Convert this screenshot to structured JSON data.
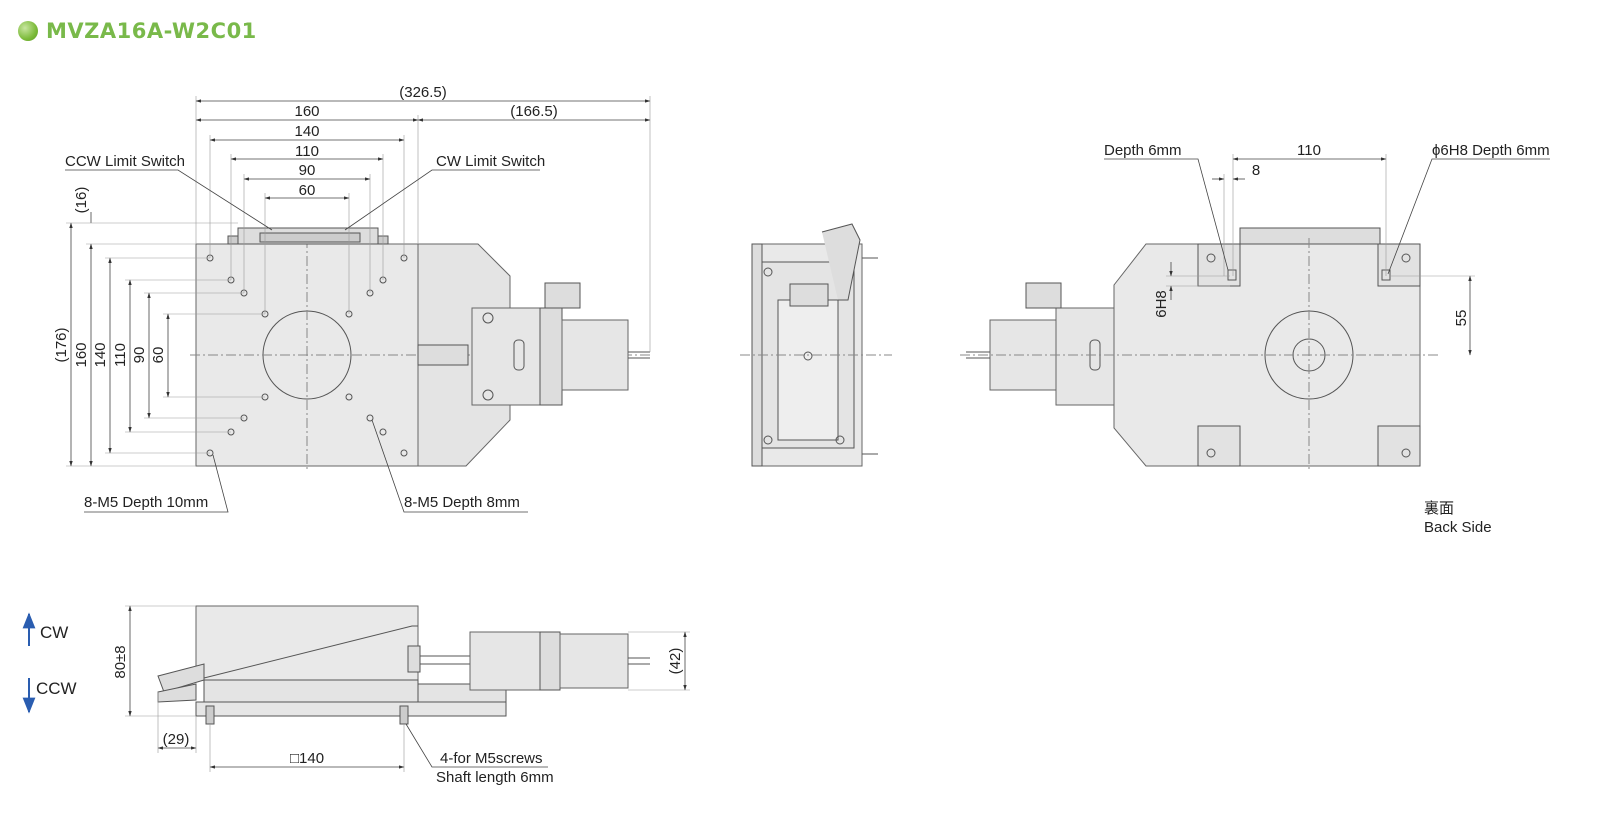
{
  "title": "MVZA16A-W2C01",
  "colors": {
    "accent": "#79b94a",
    "body": "#e9e9e9",
    "line": "#555555",
    "arrow": "#2a5db0"
  },
  "top_view": {
    "dims_horizontal": [
      "(326.5)",
      "160",
      "(166.5)",
      "140",
      "110",
      "90",
      "60"
    ],
    "dims_vertical": [
      "(16)",
      "(176)",
      "160",
      "140",
      "110",
      "90",
      "60"
    ],
    "labels": {
      "ccw_limit": "CCW Limit Switch",
      "cw_limit": "CW Limit Switch",
      "holes_left": "8-M5 Depth 10mm",
      "holes_right": "8-M5 Depth 8mm"
    }
  },
  "back_view": {
    "depth_label": "Depth 6mm",
    "hole_label": "ϕ6H8 Depth 6mm",
    "dim_110": "110",
    "dim_8": "8",
    "dim_6h8": "6H8",
    "dim_55": "55",
    "caption_jp": "裏面",
    "caption_en": "Back Side"
  },
  "side_view": {
    "cw": "CW",
    "ccw": "CCW",
    "dim_height": "80±8",
    "dim_29": "(29)",
    "dim_42": "(42)",
    "dim_140": "□140",
    "screws_1": "4-for M5screws",
    "screws_2": "Shaft length 6mm"
  }
}
